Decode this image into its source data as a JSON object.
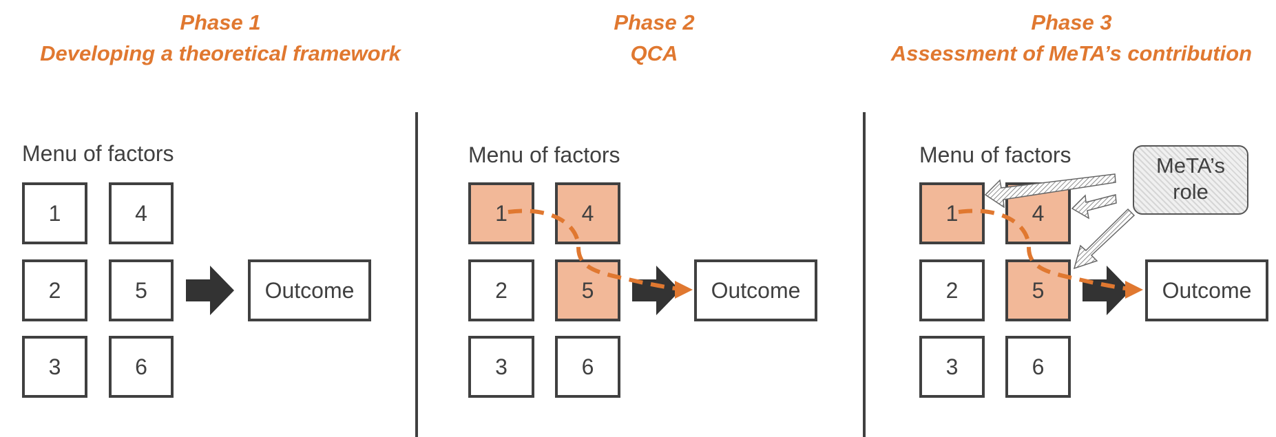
{
  "phases": [
    {
      "line1": "Phase 1",
      "line2": "Developing a theoretical framework"
    },
    {
      "line1": "Phase 2",
      "line2": "QCA"
    },
    {
      "line1": "Phase 3",
      "line2": "Assessment of MeTA’s contribution"
    }
  ],
  "menu_label": "Menu of factors",
  "factors": [
    "1",
    "2",
    "3",
    "4",
    "5",
    "6"
  ],
  "outcome_label": "Outcome",
  "highlighted_factors_phase2": [
    "1",
    "4",
    "5"
  ],
  "highlighted_factors_phase3": [
    "1",
    "4",
    "5"
  ],
  "callout": {
    "line1": "MeTA’s",
    "line2": "role"
  },
  "colors": {
    "accent": "#E07830",
    "highlight_fill": "#F2B898",
    "box_border": "#404040",
    "arrow": "#333333"
  }
}
